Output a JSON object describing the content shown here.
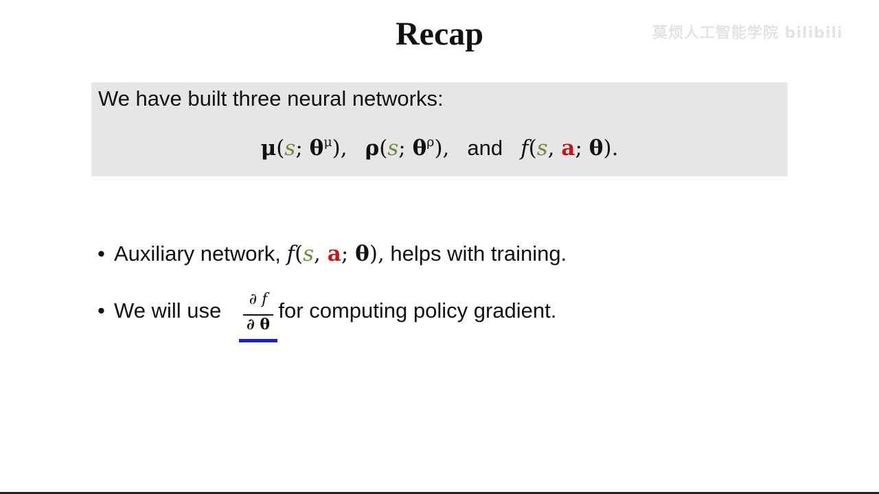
{
  "slide": {
    "title": "Recap",
    "watermark": "莫烦人工智能学院 bilibili"
  },
  "box": {
    "intro": "We have built three neural networks:",
    "mu": "μ",
    "rho": "ρ",
    "f": "f",
    "s": "s",
    "a": "a",
    "theta": "θ",
    "open_paren": "(",
    "semicolon": ";",
    "comma": ",",
    "close_comma": "),",
    "close_period": ").",
    "sup_mu": "μ",
    "sup_rho": "ρ",
    "and_word": "and"
  },
  "bullets": {
    "b1_prefix": "Auxiliary network, ",
    "b1_suffix": " helps with training.",
    "b2_prefix": "We will use ",
    "b2_suffix": " for computing policy gradient."
  },
  "fraction": {
    "numerator": "∂ f",
    "denominator": "∂ θ",
    "underline_color": "#1c1fd8"
  },
  "colors": {
    "state_green": "#6a8e3c",
    "action_red": "#c31717",
    "box_bg": "#e6e5e8"
  }
}
